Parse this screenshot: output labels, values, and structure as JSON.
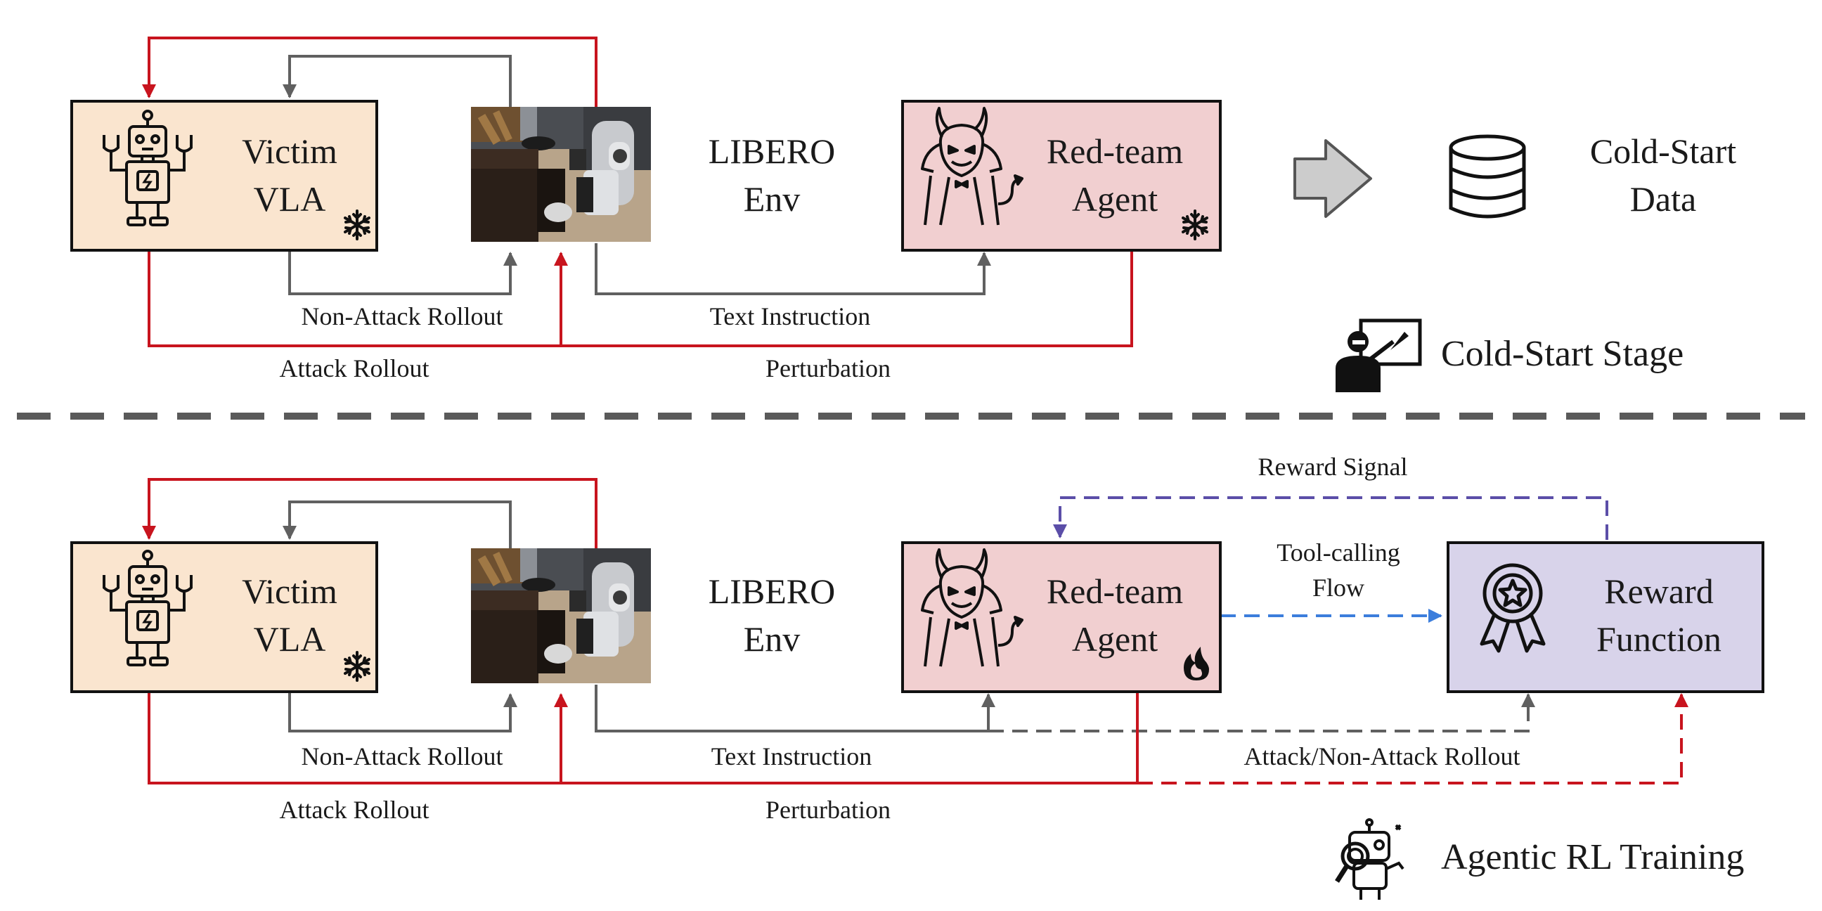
{
  "colors": {
    "victim_fill": "#fae5cf",
    "redteam_fill": "#f1cfd0",
    "reward_fill": "#d8d3ea",
    "red_arrow": "#c8141e",
    "gray_arrow": "#606060",
    "blue_arrow": "#3c7edc",
    "purple_arrow": "#5b4ea8",
    "separator": "#5a5a5a"
  },
  "cold_start": {
    "victim": {
      "line1": "Victim",
      "line2": "VLA"
    },
    "env": {
      "line1": "LIBERO",
      "line2": "Env"
    },
    "redteam": {
      "line1": "Red-team",
      "line2": "Agent"
    },
    "data": {
      "line1": "Cold-Start",
      "line2": "Data"
    },
    "labels": {
      "non_attack_rollout": "Non-Attack Rollout",
      "text_instruction": "Text Instruction",
      "attack_rollout": "Attack Rollout",
      "perturbation": "Perturbation"
    },
    "stage_title": "Cold-Start Stage"
  },
  "rl_training": {
    "victim": {
      "line1": "Victim",
      "line2": "VLA"
    },
    "env": {
      "line1": "LIBERO",
      "line2": "Env"
    },
    "redteam": {
      "line1": "Red-team",
      "line2": "Agent"
    },
    "reward": {
      "line1": "Reward",
      "line2": "Function"
    },
    "labels": {
      "reward_signal": "Reward Signal",
      "tool_calling_1": "Tool-calling",
      "tool_calling_2": "Flow",
      "non_attack_rollout": "Non-Attack Rollout",
      "text_instruction": "Text Instruction",
      "attack_non_attack_rollout": "Attack/Non-Attack Rollout",
      "attack_rollout": "Attack Rollout",
      "perturbation": "Perturbation"
    },
    "stage_title": "Agentic RL Training"
  },
  "icons": {
    "victim": "robot-icon",
    "frozen": "snowflake-icon",
    "redteam": "devil-icon",
    "trainable": "flame-icon",
    "reward": "medal-icon",
    "data": "database-icon",
    "arrow": "right-arrow-icon",
    "teacher": "teacher-icon",
    "rl_agent": "robot-magnifier-icon"
  }
}
